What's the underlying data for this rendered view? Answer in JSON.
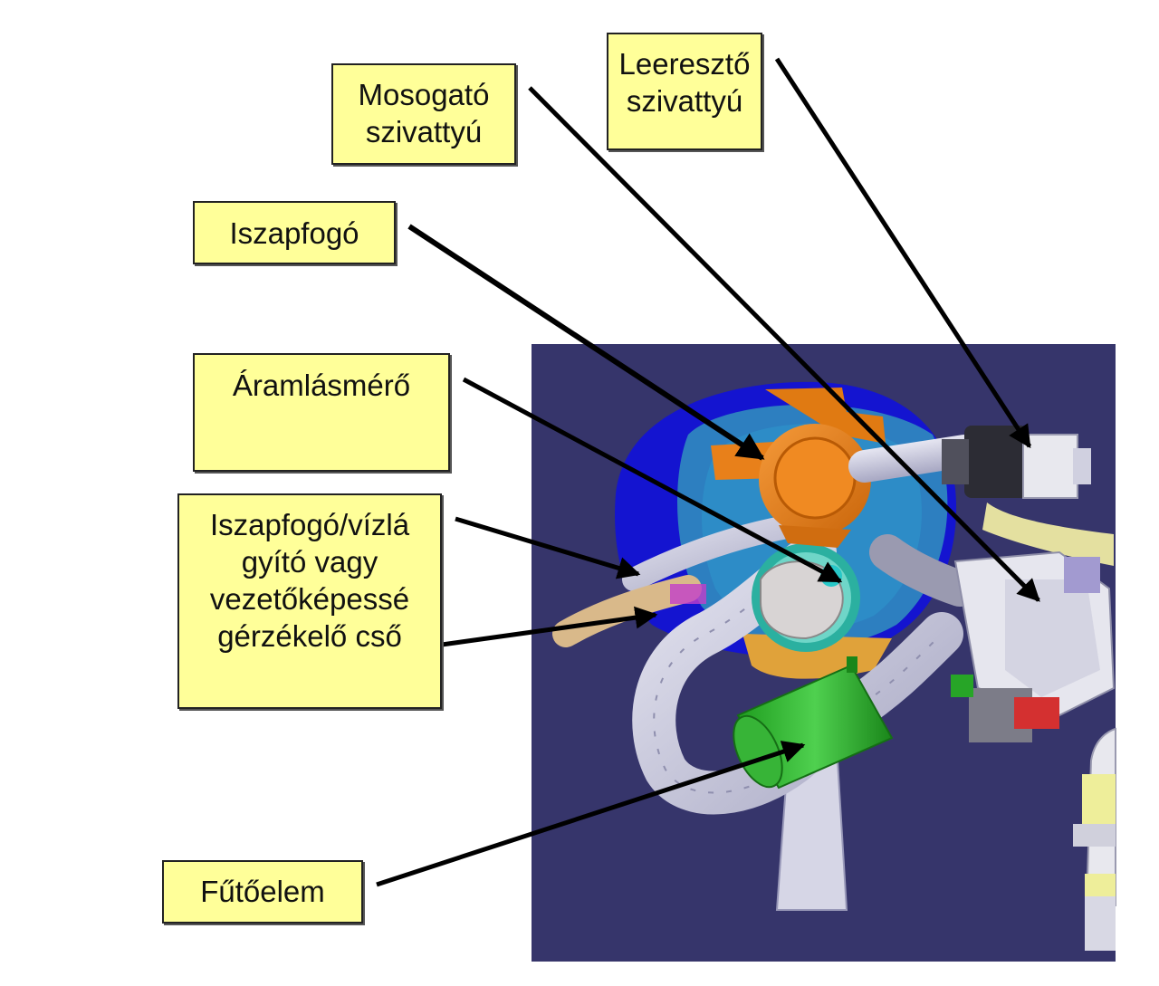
{
  "labels": {
    "mosogato": [
      "Mosogató",
      "szivattyú"
    ],
    "leereszto": [
      "Leeresztő",
      "szivattyú"
    ],
    "iszapfogo": [
      "Iszapfogó"
    ],
    "aramlasmero": [
      "Áramlásmérő"
    ],
    "cso": [
      "Iszapfogó/vízlá",
      "gyító vagy",
      "vezetőképessé",
      "gérzékelő cső"
    ],
    "futoelem": [
      "Fűtőelem"
    ]
  },
  "colors": {
    "background": "#36356b",
    "label_fill": "#ffff99",
    "arrow": "#000000",
    "wash_pump": "#e67e12",
    "heater": "#22aa22",
    "drain_pump": "#e8e8ee",
    "base_disc": "#1a1ad6",
    "pipe": "#c9c9dc"
  }
}
